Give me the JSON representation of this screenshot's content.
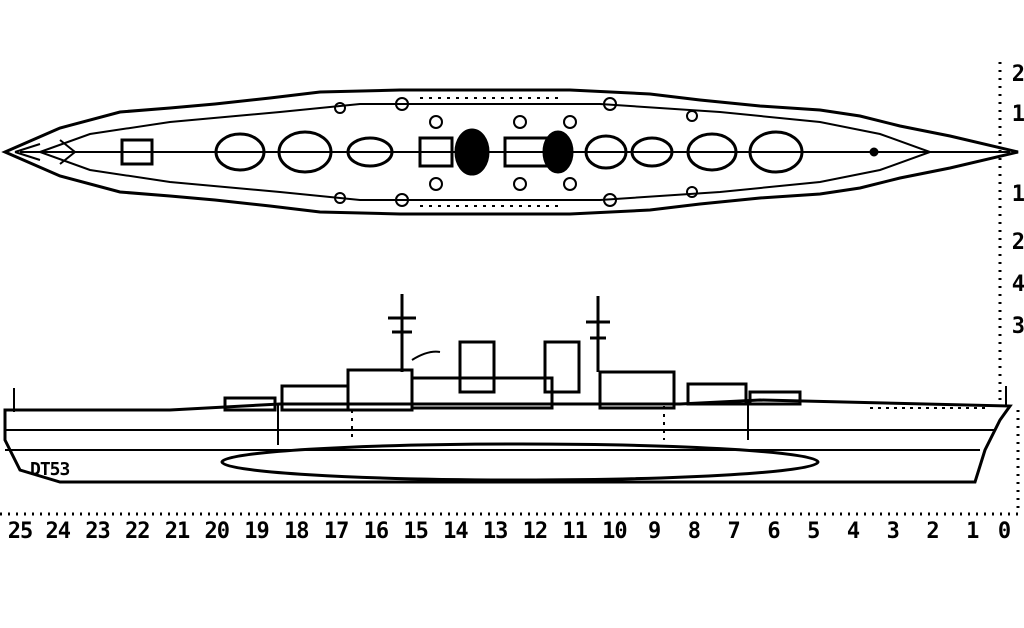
{
  "screen": {
    "background": "#ffffff",
    "ink": "#000000"
  },
  "ship": {
    "views": [
      "top-plan-view",
      "side-profile-view"
    ],
    "hull_code": "DT53"
  },
  "horizontal_scale": {
    "ticks": [
      "25",
      "24",
      "23",
      "22",
      "21",
      "20",
      "19",
      "18",
      "17",
      "16",
      "15",
      "14",
      "13",
      "12",
      "11",
      "10",
      "9",
      "8",
      "7",
      "6",
      "5",
      "4",
      "3",
      "2",
      "1",
      "0"
    ]
  },
  "vertical_scale": {
    "upper_ticks": [
      "2",
      "1",
      "1",
      "2"
    ],
    "lower_ticks": [
      "4",
      "3"
    ]
  }
}
